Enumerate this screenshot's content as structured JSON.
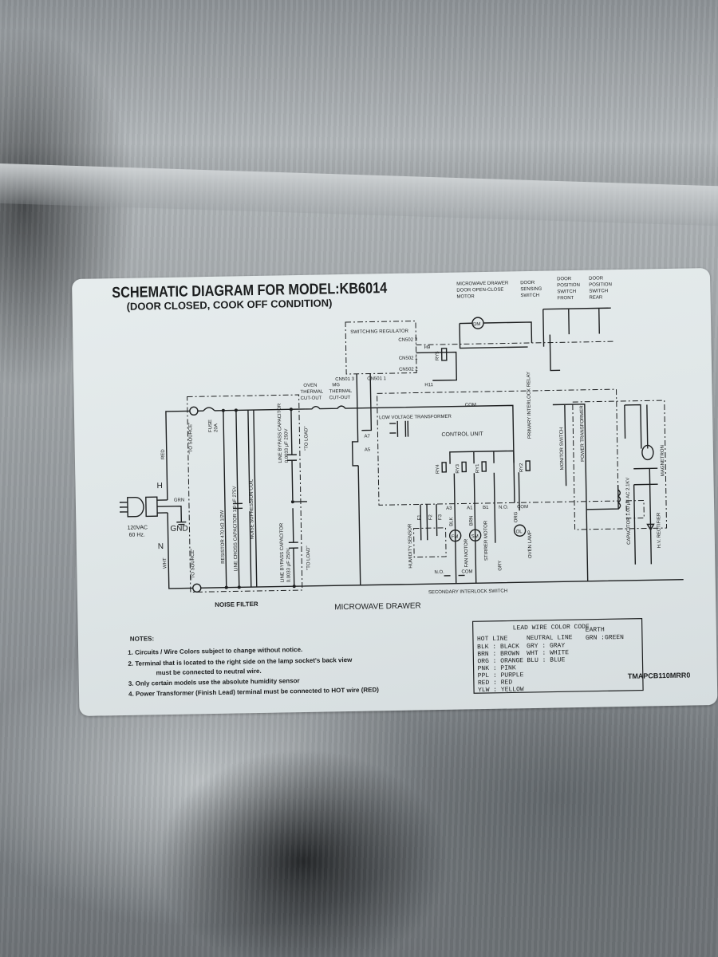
{
  "title": "SCHEMATIC DIAGRAM FOR MODEL:KB6014",
  "subtitle": "(DOOR CLOSED, COOK OFF CONDITION)",
  "top_labels": {
    "motor": [
      "MICROWAVE DRAWER",
      "DOOR OPEN-CLOSE",
      "MOTOR"
    ],
    "sensing": [
      "DOOR",
      "SENSING",
      "SWITCH"
    ],
    "front": [
      "DOOR",
      "POSITION",
      "SWITCH",
      "FRONT"
    ],
    "rear": [
      "DOOR",
      "POSITION",
      "SWITCH",
      "REAR"
    ]
  },
  "labels": {
    "supply": "120VAC",
    "hz": "60 Hz.",
    "h": "H",
    "n": "N",
    "gnd": "GND",
    "grn": "GRN",
    "red": "RED",
    "wht": "WHT",
    "to_source": "\"TO SOURCE\"",
    "to_load": "\"TO LOAD\"",
    "fuse": "FUSE",
    "fuse_rating": "20A",
    "resistor": "RESISTOR  470 kΩ 1/2W",
    "line_cross_cap": "LINE CROSS CAPACITOR 1.0 μF 275V",
    "noise_coil": "NOISE SUPRESSION COIL",
    "bypass_cap": "LINE BYPASS CAPACITOR",
    "bypass_cap_rating": "0.0033 μF 250V",
    "noise_filter": "NOISE FILTER",
    "microwave_drawer": "MICROWAVE DRAWER",
    "oven_thermal": [
      "OVEN",
      "THERMAL",
      "CUT-OUT"
    ],
    "mg_thermal": [
      "MG",
      "THERMAL",
      "CUT-OUT"
    ],
    "switching_regulator": "SWITCHING REGULATOR",
    "low_voltage_transformer": "LOW VOLTAGE TRANSFORMER",
    "control_unit": "CONTROL UNIT",
    "primary_interlock_relay": "PRIMARY INTERLOCK RELAY",
    "monitor_switch": "MONITOR SWITCH",
    "power_transformer": "POWER TRANSFORMER",
    "magnetron": "MAGNETRON",
    "capacitor": "CAPACITOR 1.00 μF AC 2.1KV",
    "hv_rectifier": "H.V. RECTIFIER",
    "humidity_sensor": "HUMIDITY SENSOR",
    "fan_motor": "FAN MOTOR",
    "stirrer_motor": "STIRRER MOTOR",
    "oven_lamp": "OVEN LAMP",
    "secondary_interlock": "SECONDARY INTERLOCK SWITCH",
    "com": "COM",
    "no": "N.O.",
    "fm": "FM",
    "sm": "SM",
    "ol": "OL",
    "dm": "DM",
    "cn501_3": "CN501 3",
    "cn501_1": "CN501 1",
    "cn502_3": "CN502 3",
    "cn502_1": "CN502 1",
    "cn502_2": "CN502 2",
    "a7": "A7",
    "a5": "A5",
    "a3": "A3",
    "a1": "A1",
    "b1": "B1",
    "h9": "H9",
    "h11": "H11",
    "ry1": "RY1",
    "ry2": "RY2",
    "ry3": "RY3",
    "ry4": "RY4",
    "ry5": "RY5",
    "f1": "F1",
    "f2": "F2",
    "f3": "F3",
    "blk": "BLK",
    "org": "ORG",
    "gry": "GRY",
    "brn": "BRN"
  },
  "notes": {
    "heading": "NOTES:",
    "items": [
      "1.  Circuits / Wire Colors subject to change without notice.",
      "2.  Terminal that is located to the right side on the lamp socket's back view",
      "must be connected to neutral wire.",
      "3.  Only certain models use the absolute humidity sensor",
      "4.  Power Transformer (Finish Lead) terminal must be connected to HOT wire (RED)"
    ]
  },
  "color_code": {
    "title": "LEAD WIRE COLOR CODE",
    "hot_heading": "HOT LINE",
    "neutral_heading": "NEUTRAL LINE",
    "earth_heading": "EARTH",
    "hot": [
      "BLK : BLACK",
      "BRN : BROWN",
      "ORG : ORANGE",
      "PNK : PINK",
      "PPL : PURPLE",
      "RED : RED",
      "YLW : YELLOW"
    ],
    "neutral": [
      "GRY : GRAY",
      "WHT : WHITE",
      "BLU : BLUE"
    ],
    "earth": [
      "GRN :GREEN"
    ]
  },
  "part_number": "TMAPCB110MRR0"
}
